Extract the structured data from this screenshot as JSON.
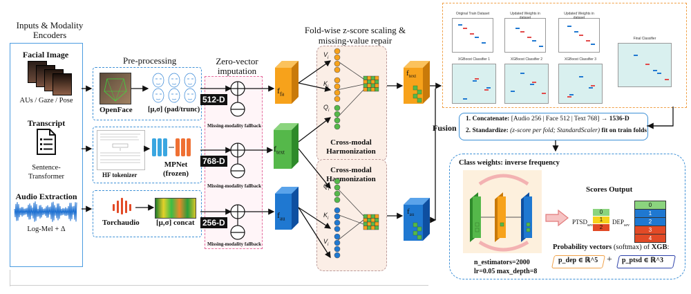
{
  "inputs": {
    "title_line1": "Inputs & Modality",
    "title_line2": "Encoders",
    "facial_title": "Facial Image",
    "facial_caption": "AUs / Gaze / Pose",
    "transcript_title": "Transcript",
    "transcript_caption_line1": "Sentence-",
    "transcript_caption_line2": "Transformer",
    "audio_title": "Audio Extraction",
    "audio_caption": "Log-Mel + Δ"
  },
  "preprocessing": {
    "title": "Pre-processing",
    "openface_label": "OpenFace",
    "face_stats_label": "[μ,σ] (pad/trunc)",
    "hf_label": "HF tokenizer",
    "mpnet_label_line1": "MPNet",
    "mpnet_label_line2": "(frozen)",
    "torchaudio_label": "Torchaudio",
    "audio_stats_label": "[μ,σ] concat"
  },
  "imputation": {
    "title_line1": "Zero-vector",
    "title_line2": "imputation",
    "dims": [
      "512-D",
      "768-D",
      "256-D"
    ],
    "fallback_label": "Missing-modality fallback"
  },
  "features": {
    "fa": "f",
    "fa_sub": "fa",
    "text": "f",
    "text_sub": "text",
    "au": "f",
    "au_sub": "au"
  },
  "scaling": {
    "title_line1": "Fold-wise z-score scaling &",
    "title_line2": "missing-value repair",
    "harmonization_line1": "Cross-modal",
    "harmonization_line2": "Harmonization",
    "v_label": "V",
    "k_label": "K",
    "q_label": "Q",
    "sub_i": "i"
  },
  "classifier_panel": {
    "thumb_titles": [
      "Original Train Dataset",
      "Updated Weights in dataset",
      "Updated Weights in dataset",
      "XGBoost Classifier 1",
      "XGBoost Classifier 2",
      "XGBoost Classifier 3",
      "Final Classifier"
    ]
  },
  "fusion": {
    "label": "Fusion",
    "step1_bold": "1. Concatenate:",
    "step1_rest": " [Audio 256 | Face 512 | Text 768] → ",
    "step1_result": "1536-D",
    "step2_bold": "2. Standardize:",
    "step2_italic": " (z-score per fold; StandardScaler) ",
    "step2_tail": "fit on train folds"
  },
  "output": {
    "class_weights": "Class weights: inverse frequency",
    "scores_title": "Scores Output",
    "ptsd_label": "PTSD",
    "ptsd_sub": "sev",
    "dep_label": "DEP",
    "dep_sub": "sev",
    "ptsd_values": [
      "0",
      "1",
      "2"
    ],
    "dep_values": [
      "0",
      "1",
      "2",
      "3",
      "4"
    ],
    "n_estimators": "n_estimators=2000",
    "lr_depth": "lr=0.05  max_depth=8",
    "prob_title_pre": "Probability vectors ",
    "prob_title_mid": "(softmax) of ",
    "prob_title_bold": "XGB",
    "prob_title_tail": ":",
    "p_dep": "p_dep ∈ ℝ^5",
    "plus": "+",
    "p_ptsd": "p_ptsd ∈ ℝ^3"
  },
  "colors": {
    "orange": "#f7a21b",
    "green": "#55b84a",
    "blue": "#1f78d1",
    "pink_border": "#e46a9c",
    "blue_dash": "#3b8fd6",
    "orange_dash": "#f0a046"
  }
}
